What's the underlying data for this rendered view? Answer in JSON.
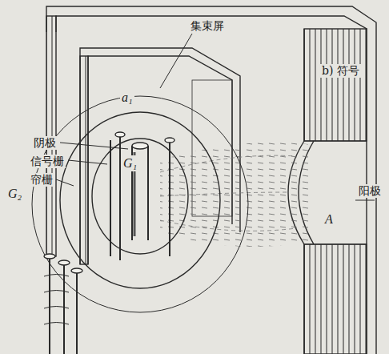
{
  "diagram": {
    "labels": [
      "集束屏",
      "a₁",
      "b) 符号",
      "阴极",
      "信号栅",
      "帘栅",
      "G₁",
      "G₂",
      "阳极",
      "A"
    ]
  }
}
